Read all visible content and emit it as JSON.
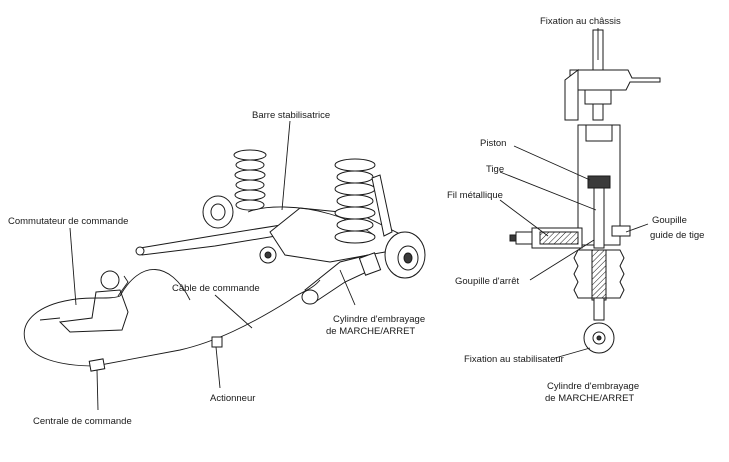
{
  "labels": {
    "barre": "Barre stabilisatrice",
    "commutateur": "Commutateur de commande",
    "cable": "Câble de commande",
    "cylindre_left_1": "Cylindre d'embrayage",
    "cylindre_left_2": "de MARCHE/ARRET",
    "actionneur": "Actionneur",
    "centrale": "Centrale de commande",
    "fixation_chassis": "Fixation au châssis",
    "piston": "Piston",
    "tige": "Tige",
    "fil": "Fil métallique",
    "goupille_guide_1": "Goupille",
    "goupille_guide_2": "guide de tige",
    "goupille_arret": "Goupille d'arrêt",
    "fixation_stab": "Fixation au stabilisateur",
    "cylindre_right_1": "Cylindre d'embrayage",
    "cylindre_right_2": "de MARCHE/ARRET"
  }
}
